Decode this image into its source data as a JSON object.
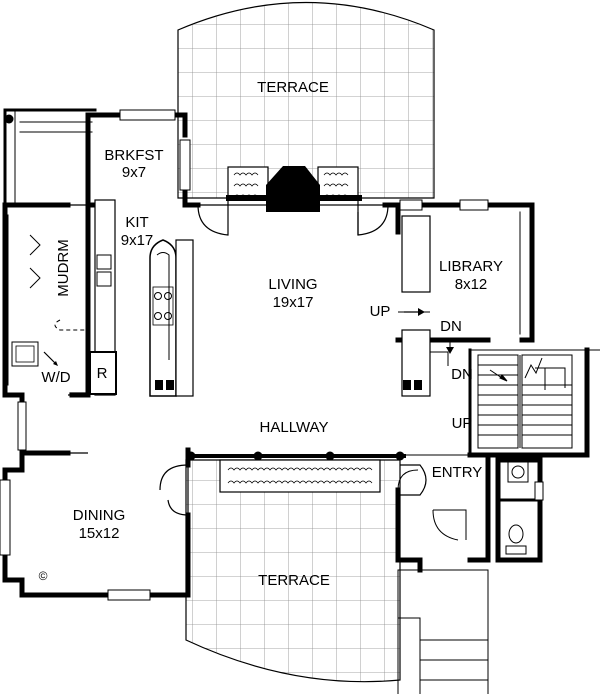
{
  "rooms": {
    "terrace_top": {
      "name": "TERRACE"
    },
    "brkfst": {
      "name": "BRKFST",
      "size": "9x7"
    },
    "kit": {
      "name": "KIT",
      "size": "9x17"
    },
    "living": {
      "name": "LIVING",
      "size": "19x17"
    },
    "library": {
      "name": "LIBRARY",
      "size": "8x12"
    },
    "mudrm": {
      "name": "MUDRM"
    },
    "wd": {
      "name": "W/D"
    },
    "fridge": {
      "name": "R"
    },
    "hallway": {
      "name": "HALLWAY"
    },
    "entry": {
      "name": "ENTRY"
    },
    "dining": {
      "name": "DINING",
      "size": "15x12"
    },
    "terrace_bottom": {
      "name": "TERRACE"
    }
  },
  "stairs": {
    "up_living": "UP",
    "dn_library": "DN",
    "dn_stair": "DN",
    "up_stair": "UP"
  },
  "copyright_mark": "©"
}
